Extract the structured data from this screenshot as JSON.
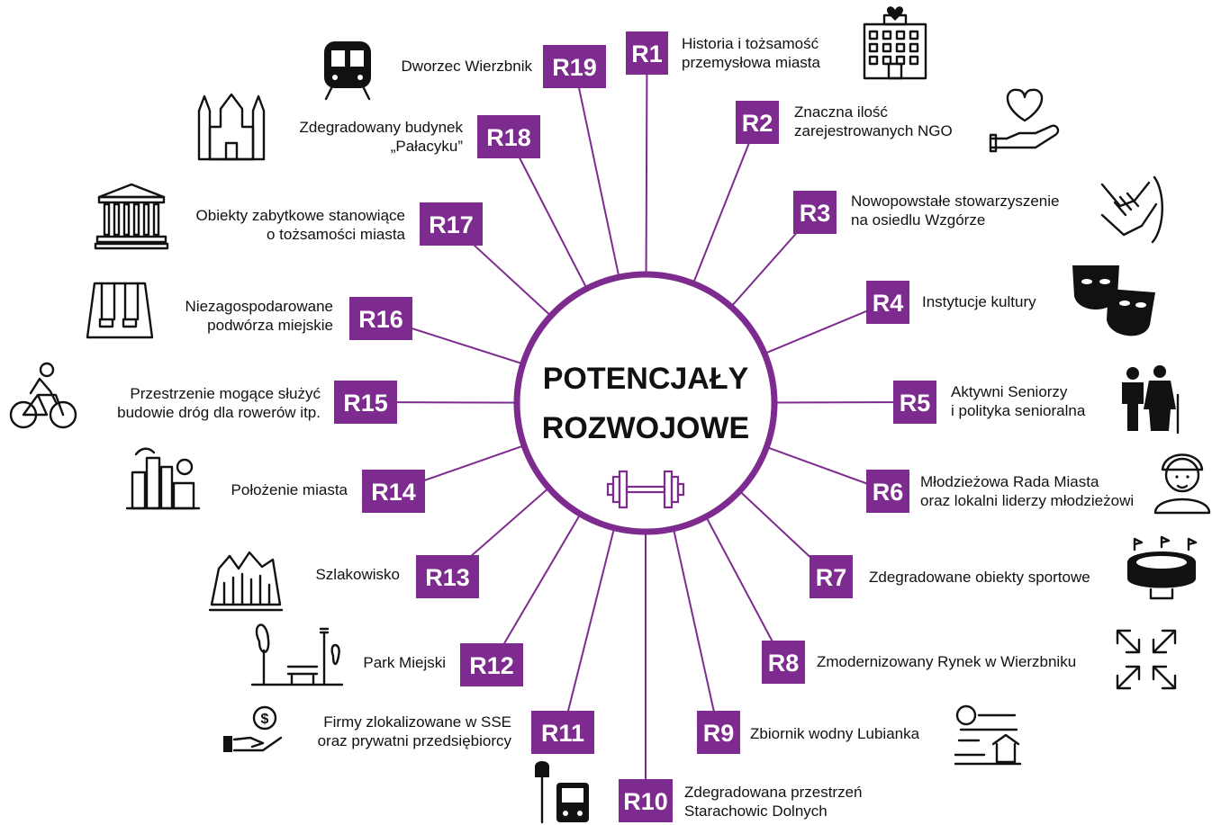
{
  "center": {
    "title_line1": "POTENCJAŁY",
    "title_line2": "ROZWOJOWE",
    "icon": "dumbbell-icon"
  },
  "colors": {
    "accent": "#7e2b8f",
    "text": "#111111"
  },
  "nodes": [
    {
      "code": "R1",
      "lines": [
        "Historia i tożsamość",
        "przemysłowa miasta"
      ],
      "icon": "factory-heart-icon"
    },
    {
      "code": "R2",
      "lines": [
        "Znaczna ilość",
        "zarejestrowanych NGO"
      ],
      "icon": "hand-heart-icon"
    },
    {
      "code": "R3",
      "lines": [
        "Nowopowstałe stowarzyszenie",
        "na osiedlu Wzgórze"
      ],
      "icon": "handshake-icon"
    },
    {
      "code": "R4",
      "lines": [
        "Instytucje kultury"
      ],
      "icon": "theater-masks-icon"
    },
    {
      "code": "R5",
      "lines": [
        "Aktywni Seniorzy",
        "i polityka senioralna"
      ],
      "icon": "elderly-couple-icon"
    },
    {
      "code": "R6",
      "lines": [
        "Młodzieżowa Rada Miasta",
        "oraz lokalni liderzy młodzieżowi"
      ],
      "icon": "young-person-icon"
    },
    {
      "code": "R7",
      "lines": [
        "Zdegradowane obiekty sportowe"
      ],
      "icon": "stadium-icon"
    },
    {
      "code": "R8",
      "lines": [
        "Zmodernizowany Rynek w Wierzbniku"
      ],
      "icon": "center-arrows-icon"
    },
    {
      "code": "R9",
      "lines": [
        "Zbiornik wodny Lubianka"
      ],
      "icon": "lake-house-icon"
    },
    {
      "code": "R10",
      "lines": [
        "Zdegradowana przestrzeń",
        "Starachowic Dolnych"
      ],
      "icon": "bus-stop-icon"
    },
    {
      "code": "R11",
      "lines": [
        "Firmy zlokalizowane w SSE",
        "oraz prywatni przedsiębiorcy"
      ],
      "icon": "hand-coin-icon"
    },
    {
      "code": "R12",
      "lines": [
        "Park Miejski"
      ],
      "icon": "park-bench-icon"
    },
    {
      "code": "R13",
      "lines": [
        "Szlakowisko"
      ],
      "icon": "slag-heap-icon"
    },
    {
      "code": "R14",
      "lines": [
        "Położenie miasta"
      ],
      "icon": "industrial-city-icon"
    },
    {
      "code": "R15",
      "lines": [
        "Przestrzenie mogące służyć",
        "budowie dróg dla rowerów itp."
      ],
      "icon": "cyclist-icon"
    },
    {
      "code": "R16",
      "lines": [
        "Niezagospodarowane",
        "podwórza miejskie"
      ],
      "icon": "courtyard-swings-icon"
    },
    {
      "code": "R17",
      "lines": [
        "Obiekty zabytkowe stanowiące",
        "o tożsamości miasta"
      ],
      "icon": "monument-columns-icon"
    },
    {
      "code": "R18",
      "lines": [
        "Zdegradowany budynek",
        "„Pałacyku”"
      ],
      "icon": "palace-icon"
    },
    {
      "code": "R19",
      "lines": [
        "Dworzec Wierzbnik"
      ],
      "icon": "train-icon"
    }
  ]
}
